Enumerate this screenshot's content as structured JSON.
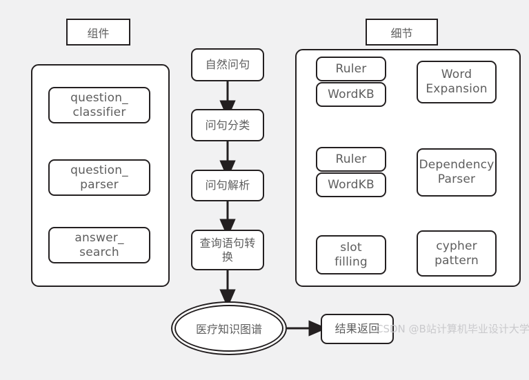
{
  "diagram": {
    "background_color": "#f1f1f2",
    "stroke_color": "#231f20",
    "text_color": "#5d5d5d",
    "fill_color": "#ffffff"
  },
  "left_panel": {
    "title": "组件",
    "items": [
      {
        "label": "question_\nclassifier",
        "line1": "question_",
        "line2": "classifier"
      },
      {
        "label": "question_\nparser",
        "line1": "question_",
        "line2": "parser"
      },
      {
        "label": "answer_\nsearch",
        "line1": "answer_",
        "line2": "search"
      }
    ]
  },
  "flow": {
    "steps": [
      {
        "label": "自然问句"
      },
      {
        "label": "问句分类"
      },
      {
        "label": "问句解析"
      },
      {
        "label": "查询语句转换"
      }
    ],
    "datastore": {
      "label": "医疗知识图谱"
    },
    "result": {
      "label": "结果返回"
    }
  },
  "right_panel": {
    "title": "细节",
    "groups": [
      {
        "stack": [
          {
            "label": "Ruler"
          },
          {
            "label": "WordKB"
          }
        ],
        "side": {
          "line1": "Word",
          "line2": "Expansion"
        }
      },
      {
        "stack": [
          {
            "label": "Ruler"
          },
          {
            "label": "WordKB"
          }
        ],
        "side": {
          "line1": "Dependency",
          "line2": "Parser"
        }
      },
      {
        "stack": [
          {
            "line1": "slot",
            "line2": "filling"
          }
        ],
        "side": {
          "line1": "cypher",
          "line2": "pattern"
        }
      }
    ]
  },
  "watermark": {
    "text": "CSDN @B站计算机毕业设计大学"
  }
}
